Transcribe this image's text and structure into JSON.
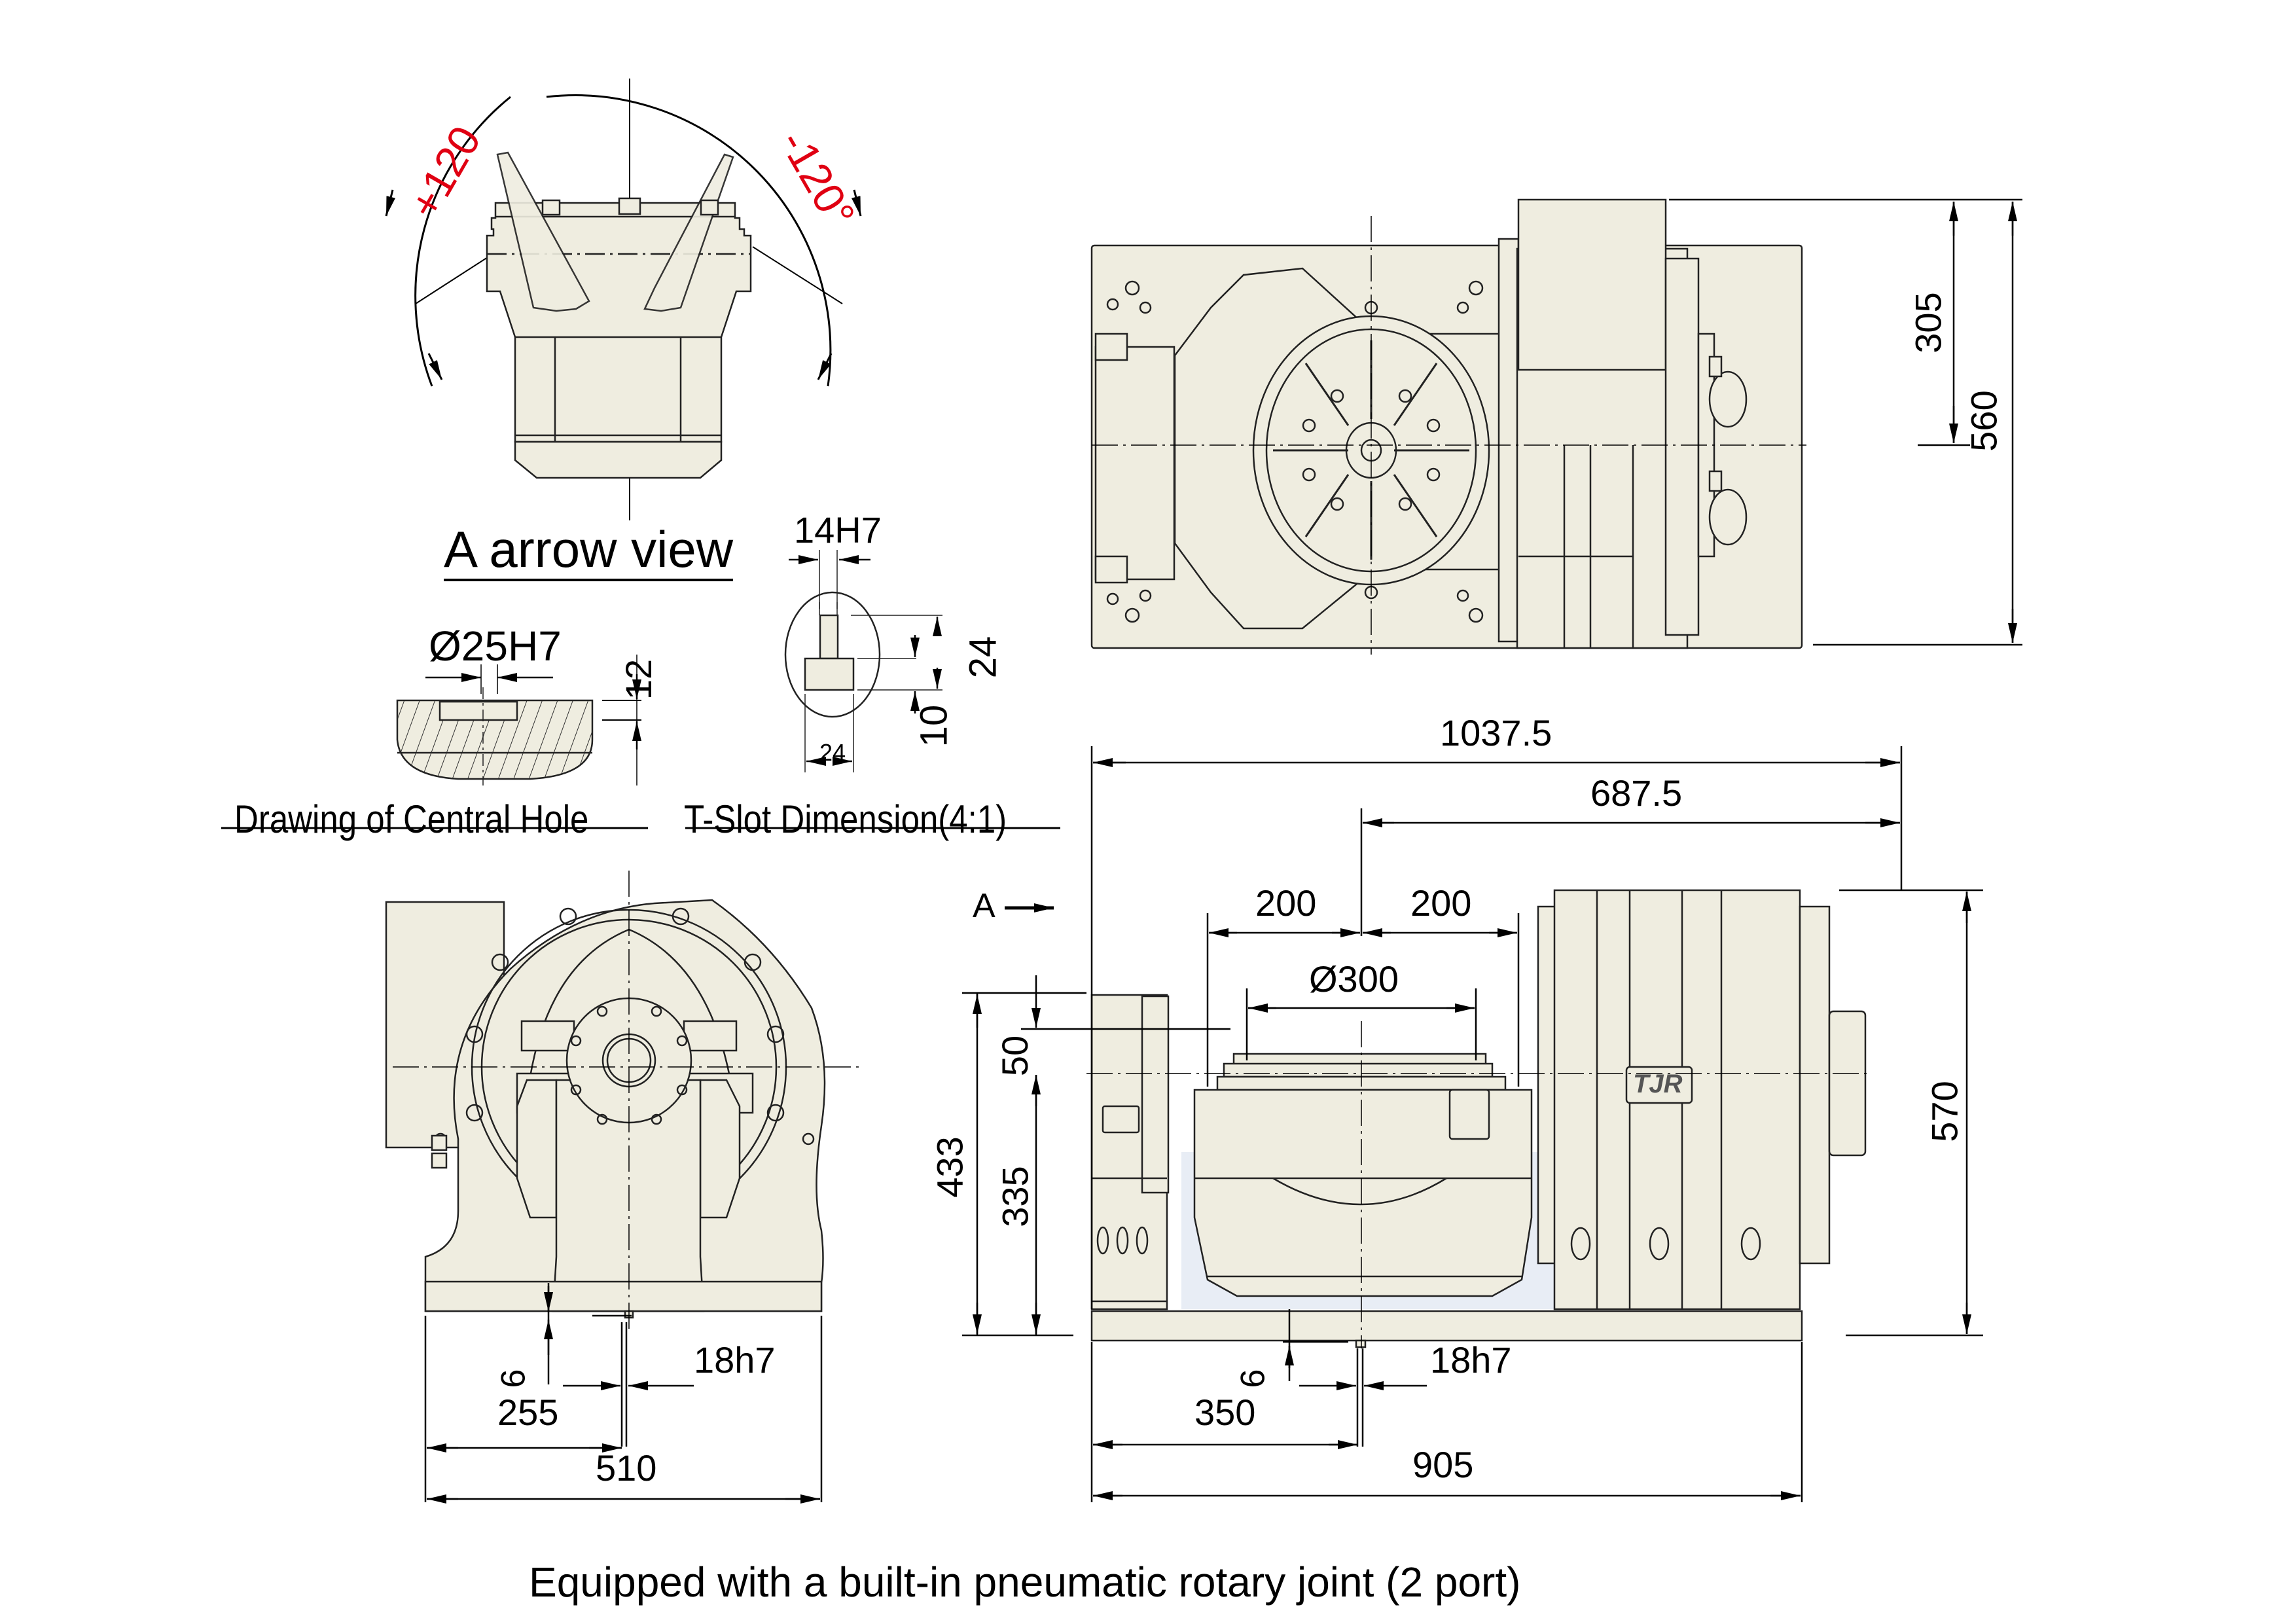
{
  "colors": {
    "part_fill": "#efede0",
    "part_stroke": "#2a2a2a",
    "clearance_fill": "#e8edf5",
    "angle_red": "#e00012",
    "dimension_line": "#000000"
  },
  "arrow_view": {
    "title": "A arrow view",
    "angle_positive": "+120",
    "angle_negative": "-120°"
  },
  "central_hole": {
    "title": "Drawing of Central Hole",
    "bore": "Ø25H7",
    "depth": "12"
  },
  "t_slot": {
    "title": "T-Slot Dimension(4:1)",
    "slot_width": "14H7",
    "total_depth": "24",
    "head_height": "10",
    "head_width": "24"
  },
  "top_view": {
    "dim_305": "305",
    "dim_560": "560"
  },
  "front_view": {
    "view_marker": "A",
    "overall_length": "1037.5",
    "center_to_end": "687.5",
    "left_200": "200",
    "right_200": "200",
    "table_dia": "Ø300",
    "dim_50": "50",
    "dim_433": "433",
    "dim_335": "335",
    "dim_570": "570",
    "key_depth": "6",
    "key_width": "18h7",
    "base_to_center": "350",
    "base_length": "905",
    "logo": "TJR"
  },
  "side_view": {
    "key_depth": "6",
    "key_width": "18h7",
    "half_width": "255",
    "base_width": "510"
  },
  "footer": {
    "note": "Equipped with a built-in pneumatic rotary joint (2 port)"
  }
}
